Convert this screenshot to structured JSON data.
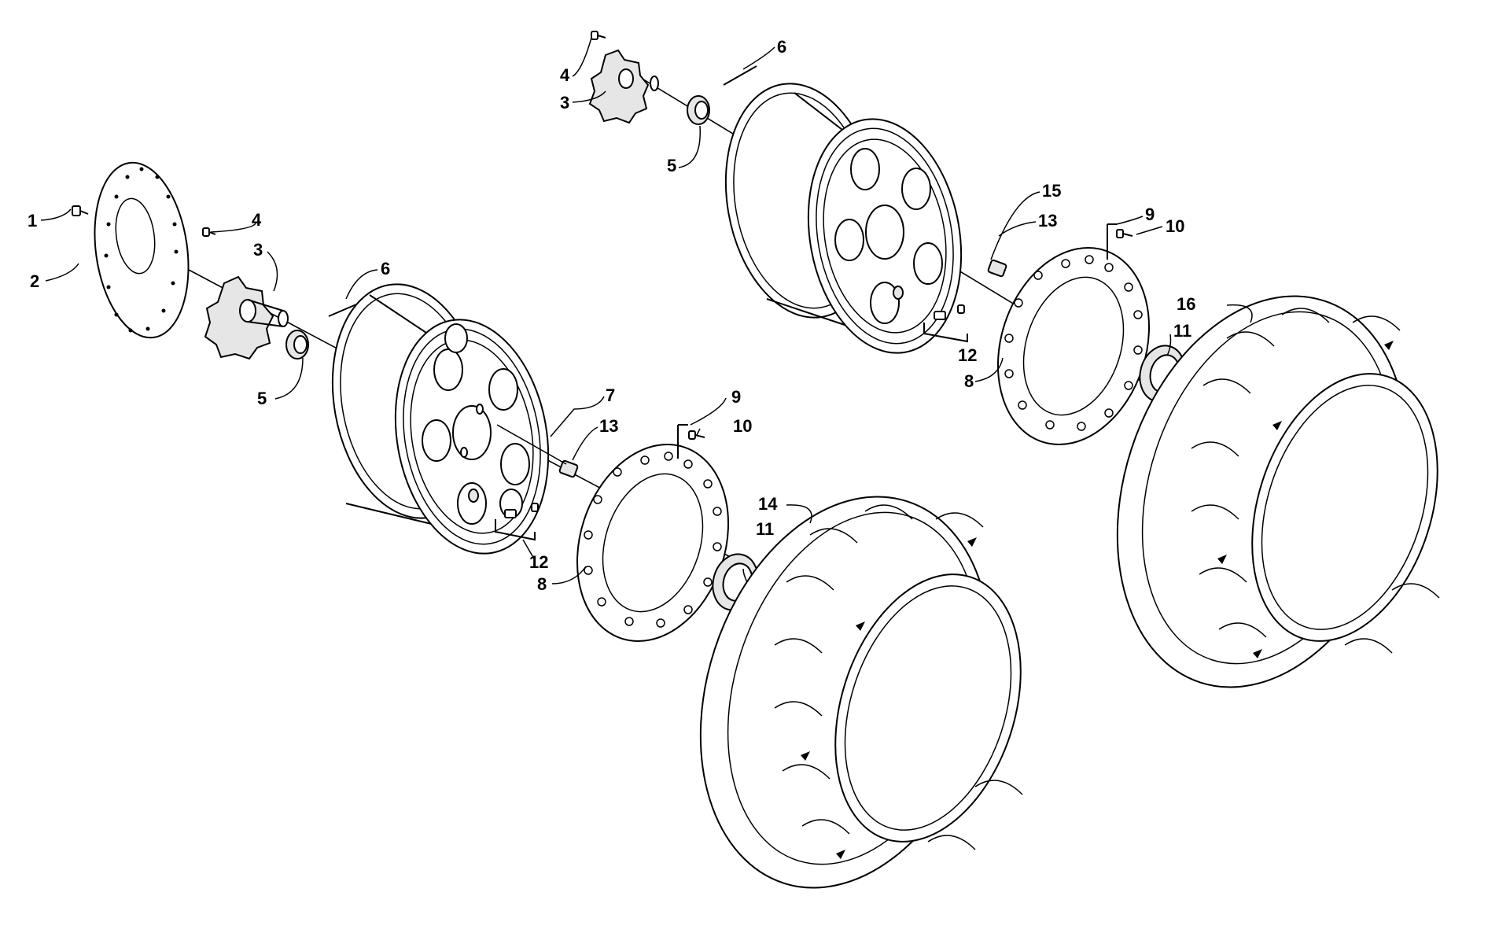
{
  "diagram": {
    "callouts": {
      "front_assembly": {
        "l1": "1",
        "l2": "2",
        "l3": "3",
        "l4": "4",
        "l5": "5",
        "l6": "6",
        "l7": "7",
        "l8": "8",
        "l9": "9",
        "l10": "10",
        "l11": "11",
        "l12": "12",
        "l13": "13",
        "l14": "14"
      },
      "rear_assembly": {
        "l3": "3",
        "l4": "4",
        "l5": "5",
        "l6": "6",
        "l8": "8",
        "l9": "9",
        "l10": "10",
        "l11": "11",
        "l12": "12",
        "l13": "13",
        "l15": "15",
        "l16": "16"
      }
    },
    "colors": {
      "ink": "#000000",
      "paper": "#ffffff",
      "shade": "#e6e6e6"
    }
  }
}
